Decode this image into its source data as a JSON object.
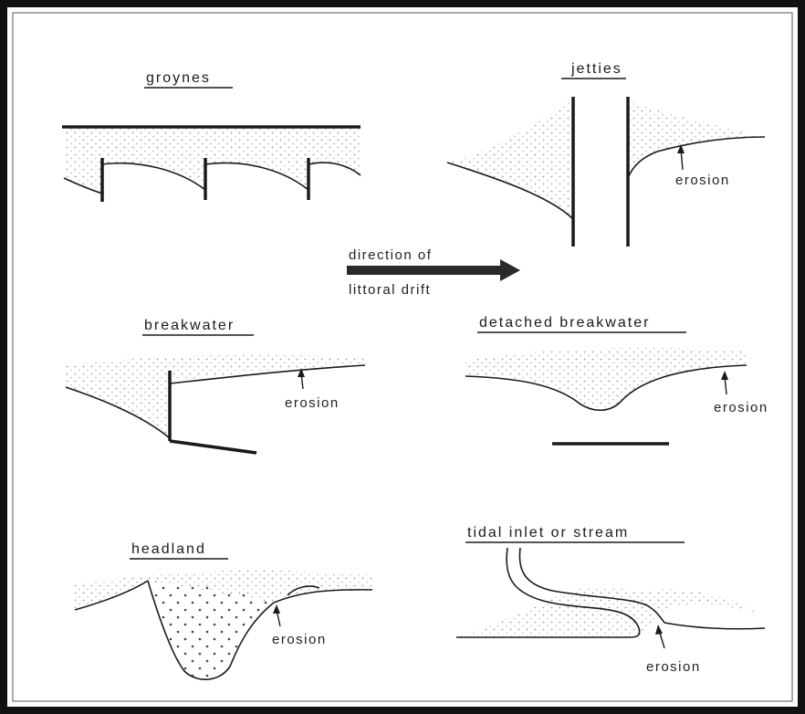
{
  "panels": {
    "groynes": {
      "title": "groynes"
    },
    "jetties": {
      "title": "jetties",
      "erosion_label": "erosion"
    },
    "breakwater": {
      "title": "breakwater",
      "erosion_label": "erosion"
    },
    "detached_breakwater": {
      "title": "detached breakwater",
      "erosion_label": "erosion"
    },
    "headland": {
      "title": "headland",
      "erosion_label": "erosion"
    },
    "tidal_inlet": {
      "title": "tidal inlet or stream",
      "erosion_label": "erosion"
    }
  },
  "drift": {
    "line1": "direction of",
    "line2": "littoral drift"
  },
  "colors": {
    "ink": "#1a1a1a",
    "frame": "#111111",
    "sand_dot": "#9a9a9a"
  }
}
